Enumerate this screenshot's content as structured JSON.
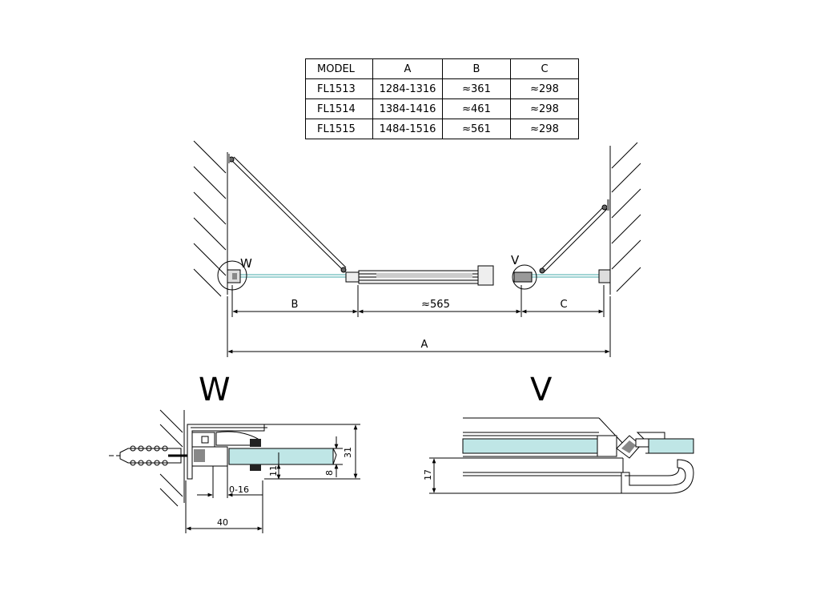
{
  "table": {
    "headers": [
      "MODEL",
      "A",
      "B",
      "C"
    ],
    "rows": [
      [
        "FL1513",
        "1284-1316",
        "≈361",
        "≈298"
      ],
      [
        "FL1514",
        "1384-1416",
        "≈461",
        "≈298"
      ],
      [
        "FL1515",
        "1484-1516",
        "≈561",
        "≈298"
      ]
    ]
  },
  "plan": {
    "callout_w": "W",
    "callout_v": "V",
    "dim_b": "B",
    "dim_middle": "≈565",
    "dim_c": "C",
    "dim_a": "A"
  },
  "detail_w": {
    "title": "W",
    "dim_31": "31",
    "dim_11": "11",
    "dim_8": "8",
    "dim_0_16": "0-16",
    "dim_40": "40"
  },
  "detail_v": {
    "title": "V",
    "dim_17": "17"
  },
  "colors": {
    "glass": "#bfe6e6",
    "line": "#000000"
  }
}
